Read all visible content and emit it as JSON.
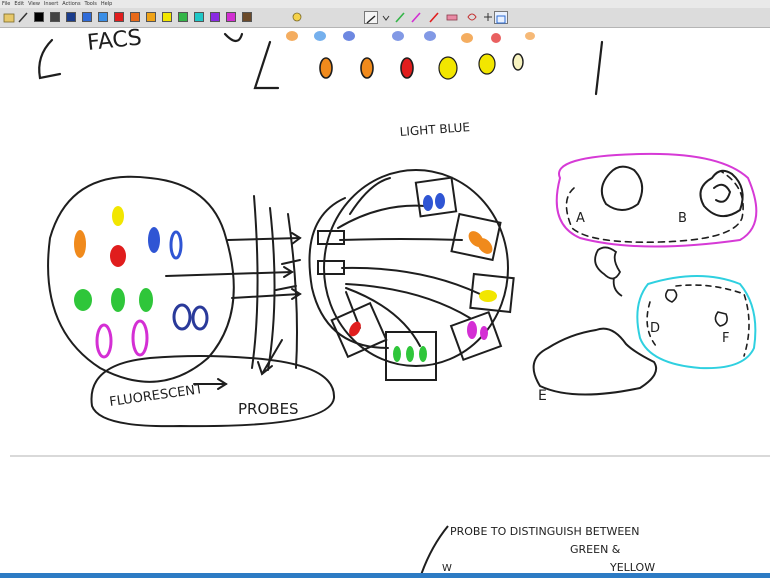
{
  "menu": [
    "File",
    "Edit",
    "View",
    "Insert",
    "Actions",
    "Tools",
    "Help"
  ],
  "toolbar": {
    "palette": [
      "#000000",
      "#444444",
      "#1a3c8c",
      "#2f6bd8",
      "#3a8ee6",
      "#e01d1d",
      "#e86a1a",
      "#f0a317",
      "#f2e600",
      "#34b548",
      "#1fc7c7",
      "#8a2be2",
      "#d22fd2",
      "#6b4a2a"
    ]
  },
  "notes": {
    "facs": "FACS",
    "light_blue": "LIGHT BLUE",
    "fluorescent": "FLUORESCENT",
    "probes": "PROBES",
    "label_a": "A",
    "label_b": "B",
    "label_d": "D",
    "label_e": "E",
    "label_f": "F",
    "line1": "PROBE TO DISTINGUISH BETWEEN",
    "line2": "GREEN &",
    "line3": "YELLOW",
    "fragment": "W"
  },
  "colors": {
    "ink": "#1e1e1e",
    "orange": "#f08a1c",
    "yellow": "#f2e600",
    "red": "#e01d1d",
    "blue": "#2f55d4",
    "green": "#2fc63a",
    "magenta": "#d42fd4",
    "purple_circle": "#d63ad6",
    "cyan_circle": "#2fd0e0",
    "page_divider": "#d9d9d9",
    "bottom_strip": "#2d7bc4"
  }
}
